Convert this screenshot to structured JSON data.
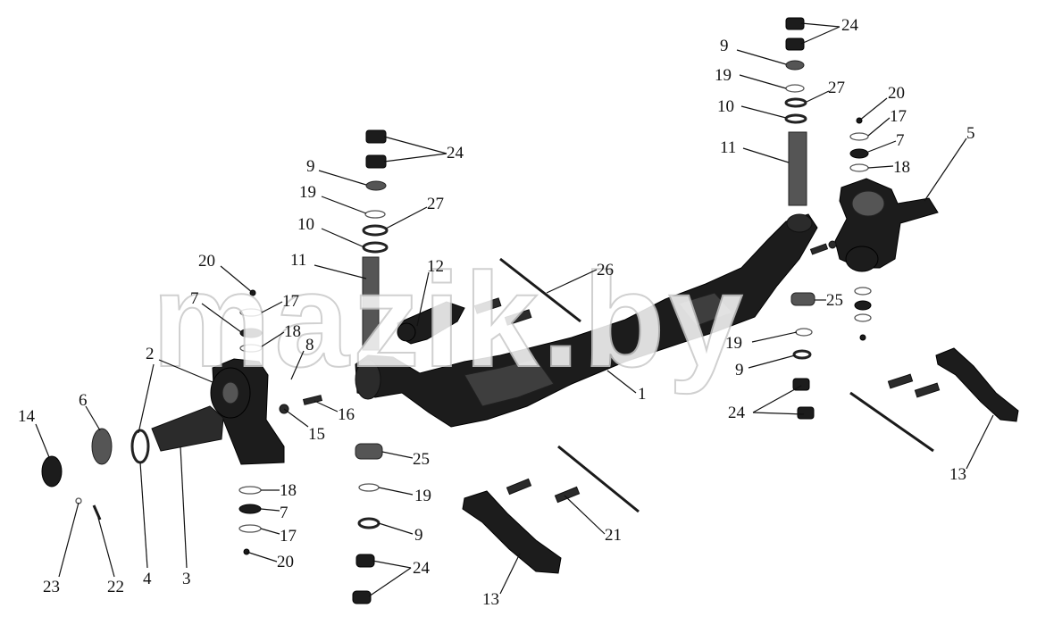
{
  "watermark": "mazik.by",
  "labels": {
    "l1": "1",
    "l2": "2",
    "l3": "3",
    "l4": "4",
    "l5": "5",
    "l6": "6",
    "l7a": "7",
    "l7b": "7",
    "l7c": "7",
    "l8": "8",
    "l9a": "9",
    "l9b": "9",
    "l9c": "9",
    "l9d": "9",
    "l10a": "10",
    "l10b": "10",
    "l11a": "11",
    "l11b": "11",
    "l12": "12",
    "l13a": "13",
    "l13b": "13",
    "l14": "14",
    "l15": "15",
    "l16": "16",
    "l17a": "17",
    "l17b": "17",
    "l17c": "17",
    "l18a": "18",
    "l18b": "18",
    "l18c": "18",
    "l19a": "19",
    "l19b": "19",
    "l19c": "19",
    "l19d": "19",
    "l20a": "20",
    "l20b": "20",
    "l20c": "20",
    "l21": "21",
    "l22": "22",
    "l23": "23",
    "l24a": "24",
    "l24b": "24",
    "l24c": "24",
    "l24d": "24",
    "l25a": "25",
    "l25b": "25",
    "l26": "26",
    "l27a": "27",
    "l27b": "27"
  }
}
